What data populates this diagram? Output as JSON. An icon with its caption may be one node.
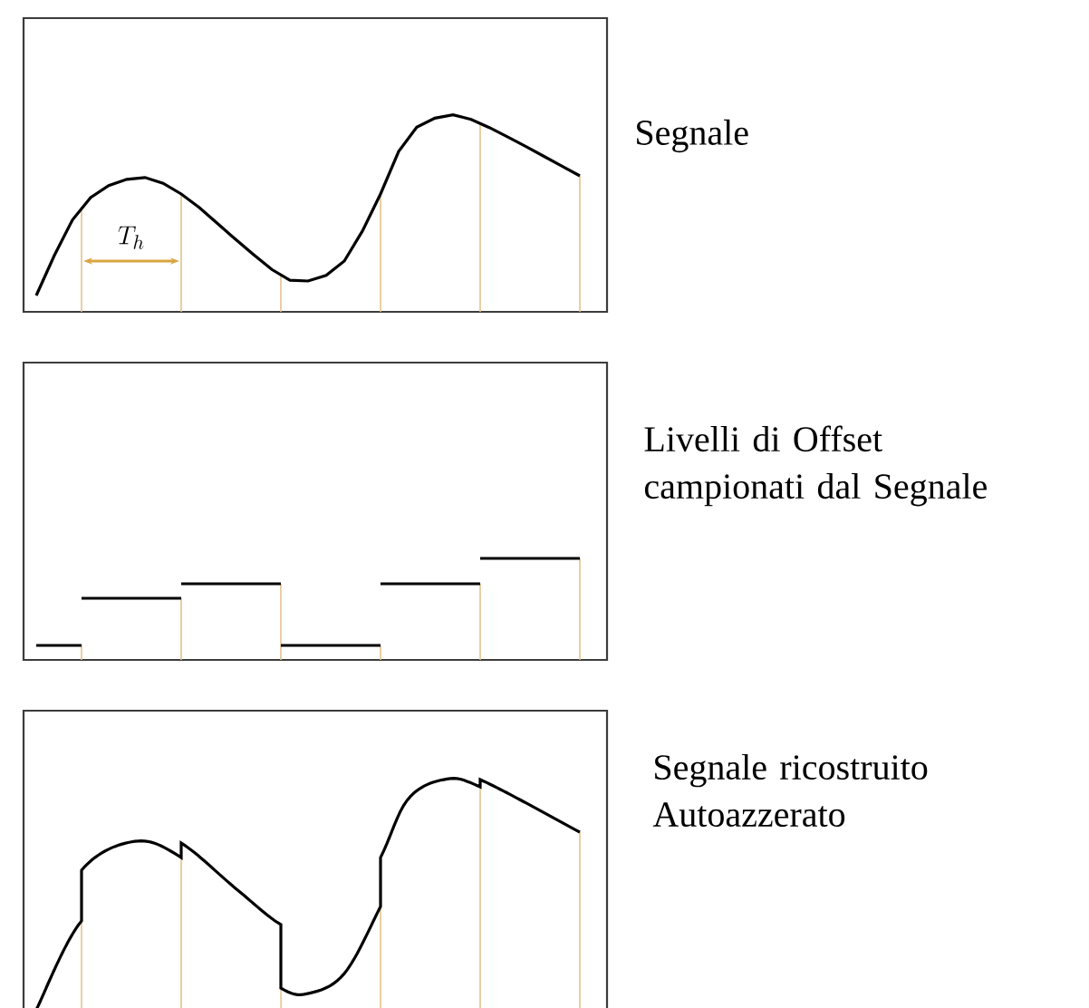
{
  "diagram": {
    "nodes": [
      {
        "text": [],
        "shape": "box",
        "beside": [
          "Segnale"
        ]
      },
      {
        "text": [],
        "shape": "box",
        "beside": [
          "Livelli di Offset campionati dal Segnale"
        ]
      },
      {
        "text": [],
        "shape": "box",
        "beside": [
          "Segnale ricostruito Autoazzerato"
        ]
      }
    ],
    "labels": [
      "T_h"
    ]
  }
}
